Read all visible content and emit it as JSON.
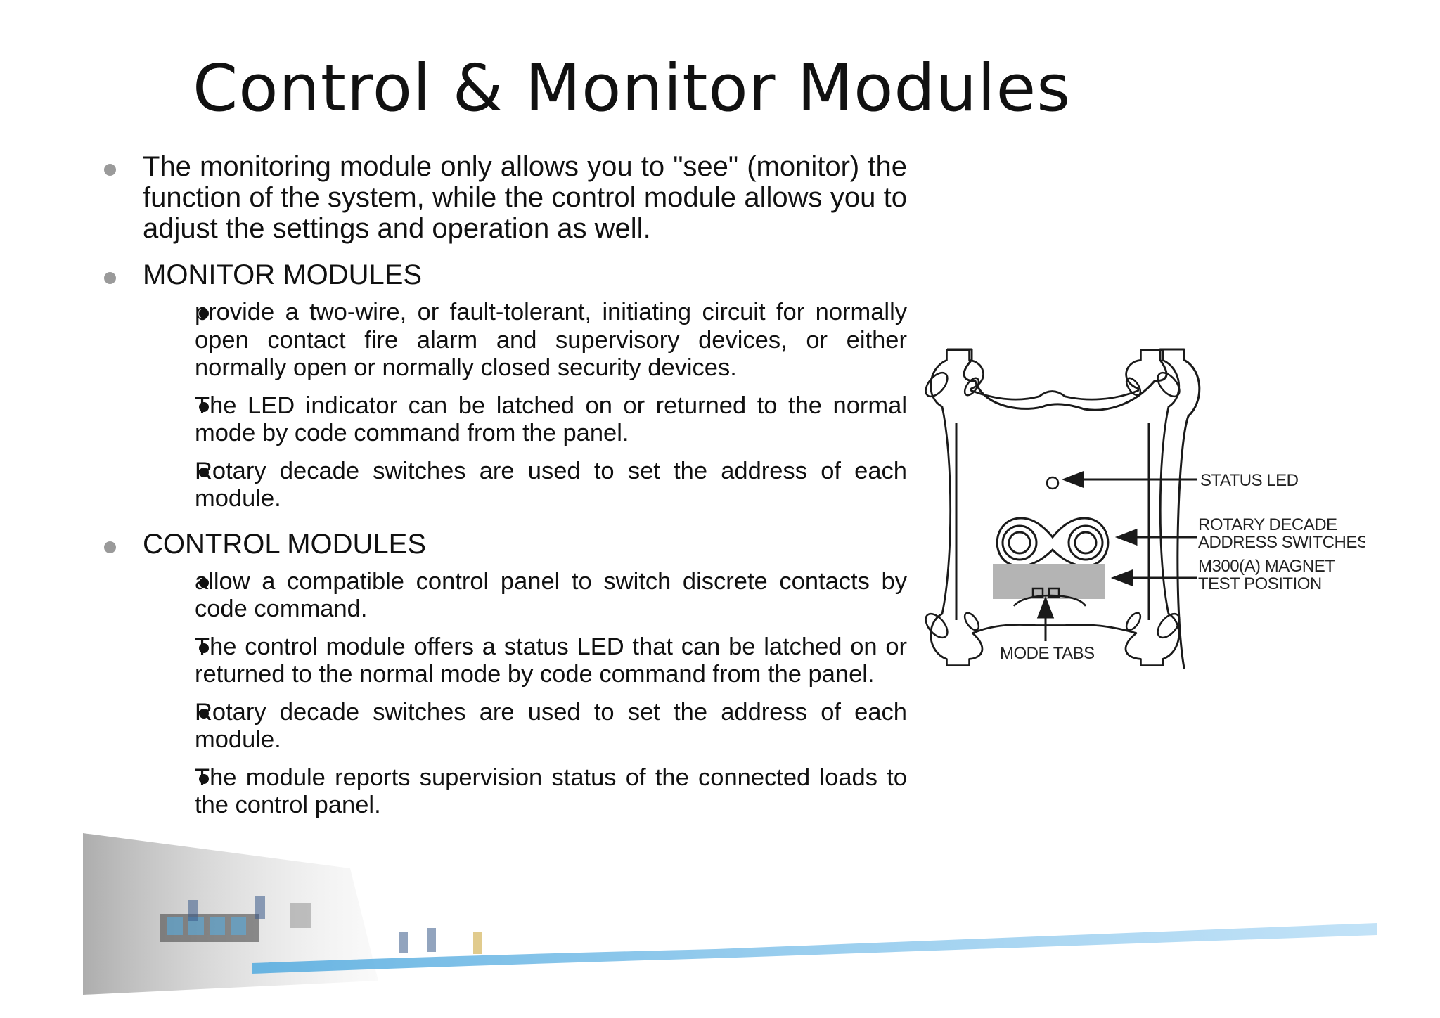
{
  "slide": {
    "title": "Control & Monitor Modules"
  },
  "bullets": {
    "intro": "The monitoring module only allows you to \"see\" (monitor) the function of the system, while the control module allows you to adjust the settings and operation as well.",
    "monitor": {
      "heading": "MONITOR MODULES",
      "items": [
        "provide a two-wire, or fault-tolerant, initiating circuit for normally open contact fire alarm and supervisory devices, or either normally open or normally closed security devices.",
        "The LED indicator can be latched on or returned to the normal mode by code command from the panel.",
        "Rotary decade switches are used to set the address of each module."
      ]
    },
    "control": {
      "heading": "CONTROL MODULES",
      "items": [
        "allow a compatible control panel to switch discrete contacts by code command.",
        "The control module offers a status LED that can be latched on or returned to the normal mode by code command from the panel.",
        "Rotary decade switches are used to set the address of each module.",
        "The module reports supervision status of the connected loads to the control panel."
      ]
    }
  },
  "diagram": {
    "labels": {
      "status_led": "STATUS LED",
      "rotary_line1": "ROTARY DECADE",
      "rotary_line2": "ADDRESS SWITCHES",
      "magnet_line1": "M300(A) MAGNET",
      "magnet_line2": "TEST POSITION",
      "mode_tabs": "MODE TABS"
    }
  },
  "colors": {
    "text": "#111111",
    "level1_bullet": "#9a9a9a",
    "diagram_line": "#1a1a1a",
    "magnet_zone": "#b4b4b4",
    "footer_cable": "#5aaee0"
  }
}
